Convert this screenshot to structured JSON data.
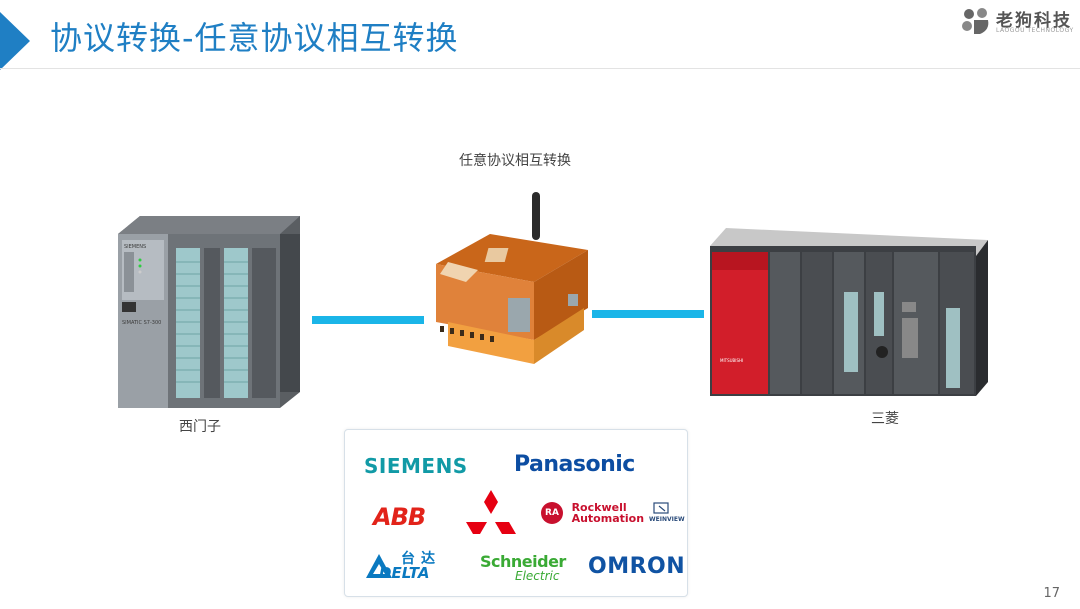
{
  "header": {
    "title": "协议转换-任意协议相互转换",
    "logo_name": "老狗科技",
    "logo_sub": "LAOGOU TECHNOLOGY",
    "accent_color": "#1f7fc4"
  },
  "diagram": {
    "center_label": "任意协议相互转换",
    "left_label": "西门子",
    "right_label": "三菱",
    "connector_color": "#1ab5e8",
    "left_device": {
      "icon": "siemens-plc-image",
      "brand": "SIEMENS",
      "model": "SIMATIC S7-300"
    },
    "center_device": {
      "icon": "protocol-gateway-image"
    },
    "right_device": {
      "icon": "mitsubishi-plc-image",
      "brand": "MITSUBISHI"
    }
  },
  "brands": {
    "siemens": "SIEMENS",
    "panasonic": "Panasonic",
    "abb": "ABB",
    "mitsubishi": {
      "icon": "mitsubishi-logo-icon"
    },
    "rockwell_badge": "RA",
    "rockwell_line1": "Rockwell",
    "rockwell_line2": "Automation",
    "weinview": "WEINVIEW",
    "delta_cn": "台达",
    "delta_en": "DELTA",
    "schneider": "Schneider",
    "schneider_sub": "Electric",
    "omron": "OMRON"
  },
  "footer": {
    "page_number": "17"
  }
}
